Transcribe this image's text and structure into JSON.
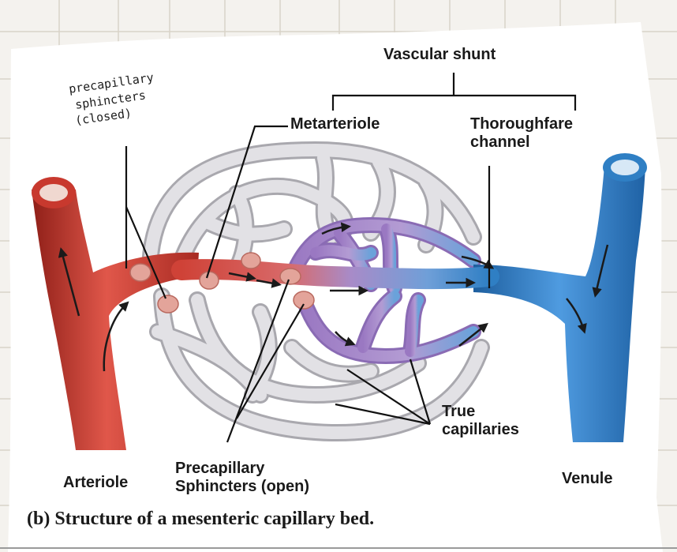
{
  "labels": {
    "vascular_shunt": "Vascular shunt",
    "metarteriole": "Metarteriole",
    "thoroughfare_line1": "Thoroughfare",
    "thoroughfare_line2": "channel",
    "true_cap_line1": "True",
    "true_cap_line2": "capillaries",
    "arteriole": "Arteriole",
    "sphincter_open_line1": "Precapillary",
    "sphincter_open_line2": "Sphincters (open)",
    "venule": "Venule"
  },
  "handwritten": {
    "line1": "precapillary",
    "line2": "sphincters",
    "line3": "(closed)"
  },
  "caption": "(b) Structure of a mesenteric capillary bed.",
  "colors": {
    "artery": "#c8392e",
    "vein": "#2f7fc4",
    "capillary_closed": "#d7d6da",
    "capillary_open": "#a88bc8",
    "sphincter": "#e3a49a",
    "grid": "#d8d3c8"
  }
}
